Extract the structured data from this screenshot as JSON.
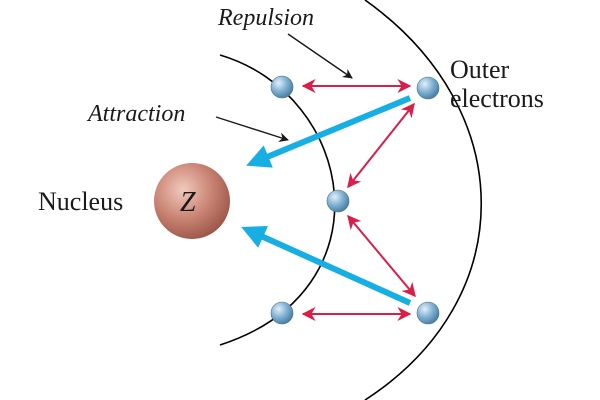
{
  "labels": {
    "repulsion": "Repulsion",
    "attraction": "Attraction",
    "nucleus": "Nucleus",
    "nucleus_symbol": "Z",
    "outer_line1": "Outer",
    "outer_line2": "electrons"
  },
  "colors": {
    "attraction_arrow": "#17aee3",
    "repulsion_arrow": "#d81f4a",
    "nucleus": "#c98373",
    "electron": "#7fb0d1",
    "shell_line": "#000000"
  }
}
